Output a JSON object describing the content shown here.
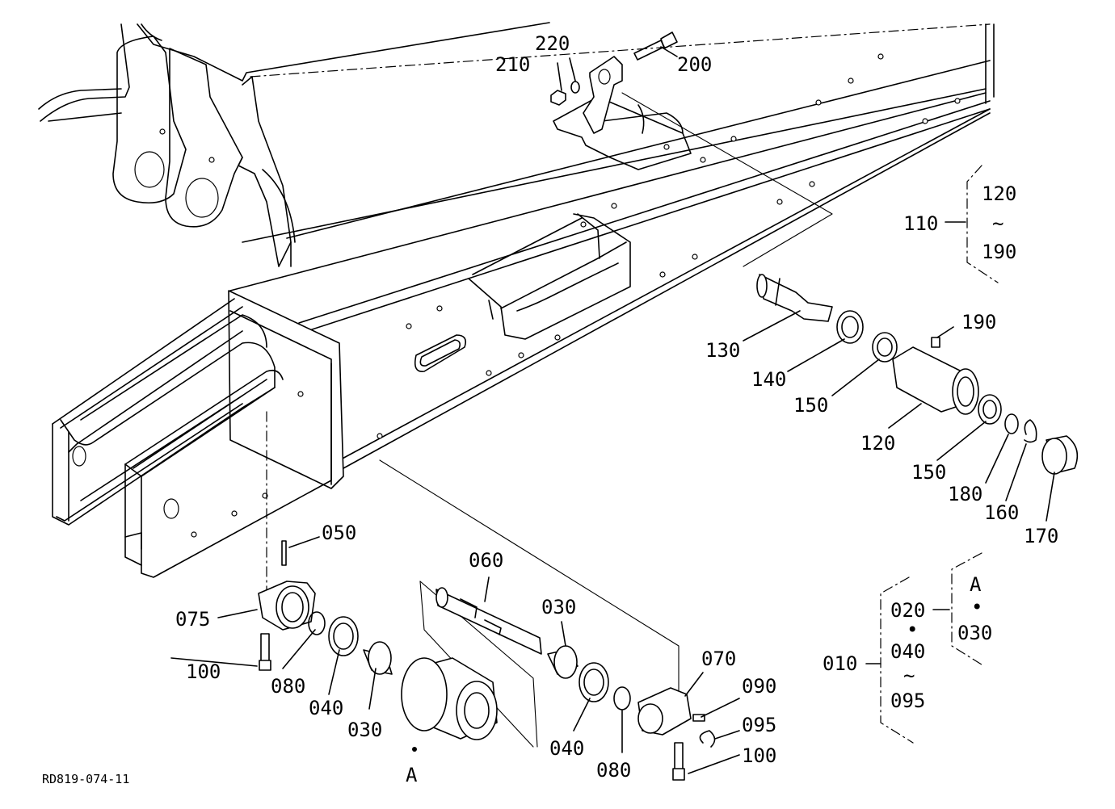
{
  "drawing_code": "RD819-074-11",
  "callouts": {
    "p010": "010",
    "p020": "020",
    "p030": "030",
    "p040": "040",
    "p050": "050",
    "p060": "060",
    "p070": "070",
    "p075": "075",
    "p080": "080",
    "p090": "090",
    "p095": "095",
    "p100": "100",
    "p110": "110",
    "p120": "120",
    "p130": "130",
    "p140": "140",
    "p150": "150",
    "p160": "160",
    "p170": "170",
    "p180": "180",
    "p190": "190",
    "p200": "200",
    "p210": "210",
    "p220": "220"
  },
  "groups": {
    "g110": {
      "top": "120",
      "tilde": "~",
      "bottom": "190"
    },
    "g010": {
      "first": "020",
      "sep_dot": "•",
      "second": "040",
      "tilde": "~",
      "last": "095"
    },
    "g020": {
      "first": "A",
      "sep_dot": "•",
      "second": "030"
    }
  },
  "detail_marker": "A"
}
